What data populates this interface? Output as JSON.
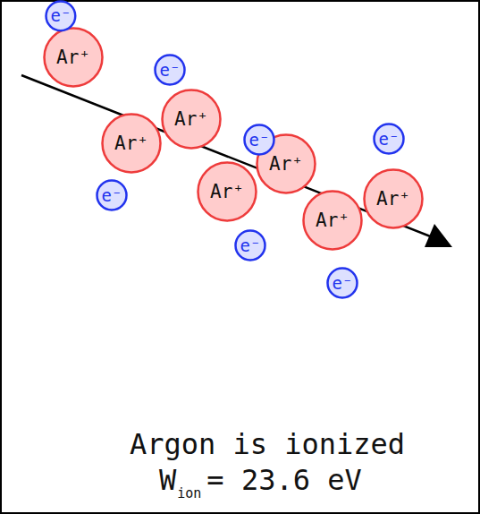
{
  "diagram": {
    "nodes": [
      {
        "text": [
          "Ar⁺"
        ]
      },
      {
        "text": [
          "Ar⁺"
        ]
      },
      {
        "text": [
          "Ar⁺"
        ]
      },
      {
        "text": [
          "Ar⁺"
        ]
      },
      {
        "text": [
          "Ar⁺"
        ]
      },
      {
        "text": [
          "Ar⁺"
        ]
      },
      {
        "text": [
          "Ar⁺"
        ]
      },
      {
        "text": [
          "e⁻"
        ]
      },
      {
        "text": [
          "e⁻"
        ]
      },
      {
        "text": [
          "e⁻"
        ]
      },
      {
        "text": [
          "e⁻"
        ]
      },
      {
        "text": [
          "e⁻"
        ]
      },
      {
        "text": [
          "e⁻"
        ]
      },
      {
        "text": [
          "e⁻"
        ]
      }
    ],
    "labels": [
      "Argon is ionized",
      "W",
      "ion",
      "= 23.6 eV"
    ]
  }
}
